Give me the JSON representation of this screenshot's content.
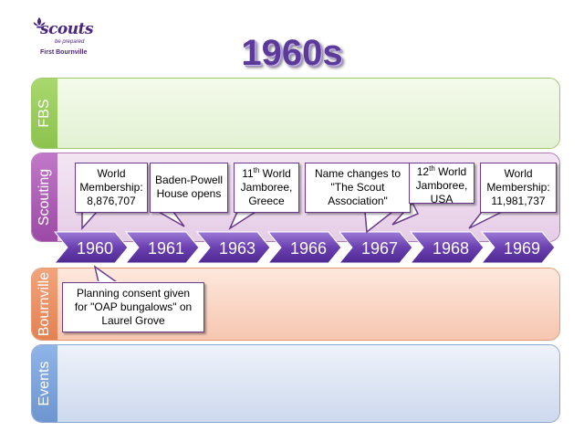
{
  "logo": {
    "word": "scouts",
    "tagline": "be prepared",
    "group": "First Bournville"
  },
  "title": "1960s",
  "lanes": {
    "fbs": "FBS",
    "scouting": "Scouting",
    "bournville": "Bournville",
    "events": "Events"
  },
  "years": [
    "1960",
    "1961",
    "1963",
    "1966",
    "1967",
    "1968",
    "1969"
  ],
  "callouts": {
    "c1": {
      "l1": "World",
      "l2": "Membership:",
      "l3": "8,876,707"
    },
    "c2": {
      "l1": "Baden-Powell",
      "l2": "House opens"
    },
    "c3": {
      "num": "11",
      "sup": "th",
      "word": " World",
      "l2": "Jamboree,",
      "l3": "Greece"
    },
    "c4": {
      "l1": "Name changes to",
      "l2": "\"The Scout",
      "l3": "Association\""
    },
    "c5": {
      "num": "12",
      "sup": "th",
      "word": " World",
      "l2": "Jamboree,",
      "l3": "USA"
    },
    "c6": {
      "l1": "World",
      "l2": "Membership:",
      "l3": "11,981,737"
    },
    "c7": {
      "l1": "Planning consent given",
      "l2": "for \"OAP bungalows\" on",
      "l3": "Laurel Grove"
    }
  },
  "colors": {
    "title": "#5b3a9a",
    "chevron": "#6a3fb0",
    "callout_border": "#6b3a8c"
  }
}
